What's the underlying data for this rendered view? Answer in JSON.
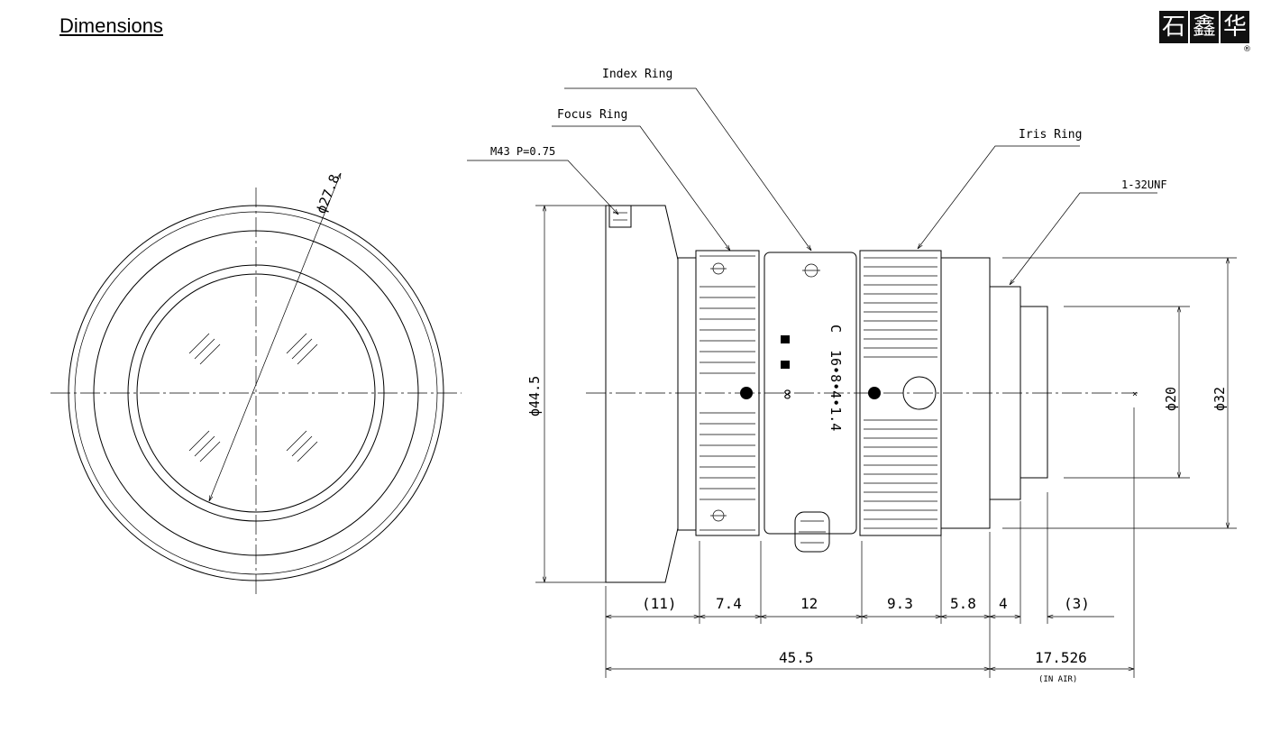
{
  "title": "Dimensions",
  "logo": {
    "chars": [
      "石",
      "鑫",
      "华"
    ],
    "reg": "®"
  },
  "front_view": {
    "dim_diameter": "ϕ27.8"
  },
  "side_view": {
    "callouts": {
      "index_ring": "Index Ring",
      "focus_ring": "Focus Ring",
      "mount_thread": "M43 P=0.75",
      "iris_ring": "Iris Ring",
      "filter_thread": "1-32UNF"
    },
    "engraving": {
      "mount": "C",
      "fstops": "16•8•4•1.4",
      "infinity": "∞"
    },
    "diameters": {
      "front": "ϕ44.5",
      "rear_inner": "ϕ20",
      "rear_outer": "ϕ32"
    },
    "segment_dims": [
      "(11)",
      "7.4",
      "12",
      "9.3",
      "5.8",
      "4",
      "(3)"
    ],
    "total_length": "45.5",
    "back_focus": "17.526",
    "back_focus_note": "(IN AIR)"
  }
}
